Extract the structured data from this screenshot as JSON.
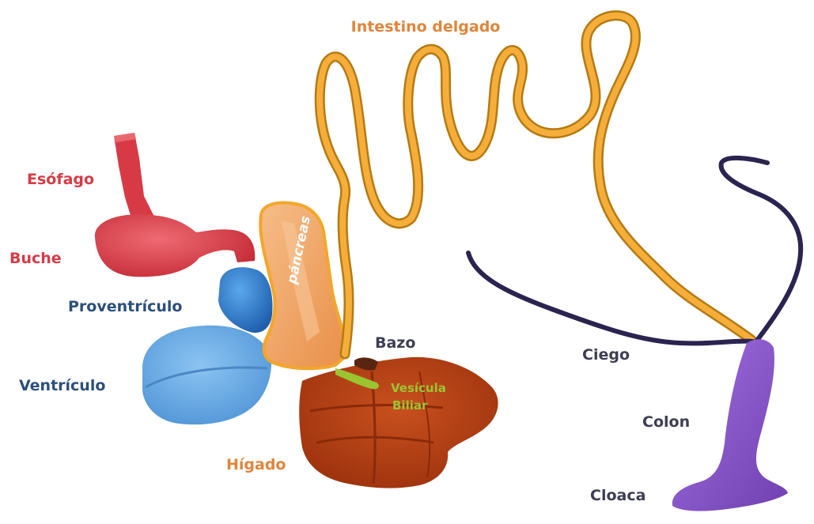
{
  "diagram": {
    "labels": {
      "intestino": "Intestino delgado",
      "esofago": "Esófago",
      "buche": "Buche",
      "proventriculo": "Proventrículo",
      "ventriculo": "Ventrículo",
      "pancreas": "páncreas",
      "bazo": "Bazo",
      "vesicula_1": "Vesícula",
      "vesicula_2": "Biliar",
      "higado": "Hígado",
      "ciego": "Ciego",
      "colon": "Colon",
      "cloaca": "Cloaca"
    },
    "colors": {
      "esofago": "#d83a45",
      "proventriculo": "#2f7fd0",
      "ventriculo": "#6aaee8",
      "pancreas": "#f0a868",
      "intestino": "#f4a62a",
      "higado": "#b03c12",
      "bazo": "#5a2410",
      "vesicula": "#9ac531",
      "ciego": "#2a2450",
      "colon": "#8a53c8",
      "label_orange": "#e0853a",
      "label_blue": "#2b4f7e",
      "label_red": "#d83a45",
      "label_dark": "#3d3d55",
      "label_green": "#9ac531"
    }
  }
}
